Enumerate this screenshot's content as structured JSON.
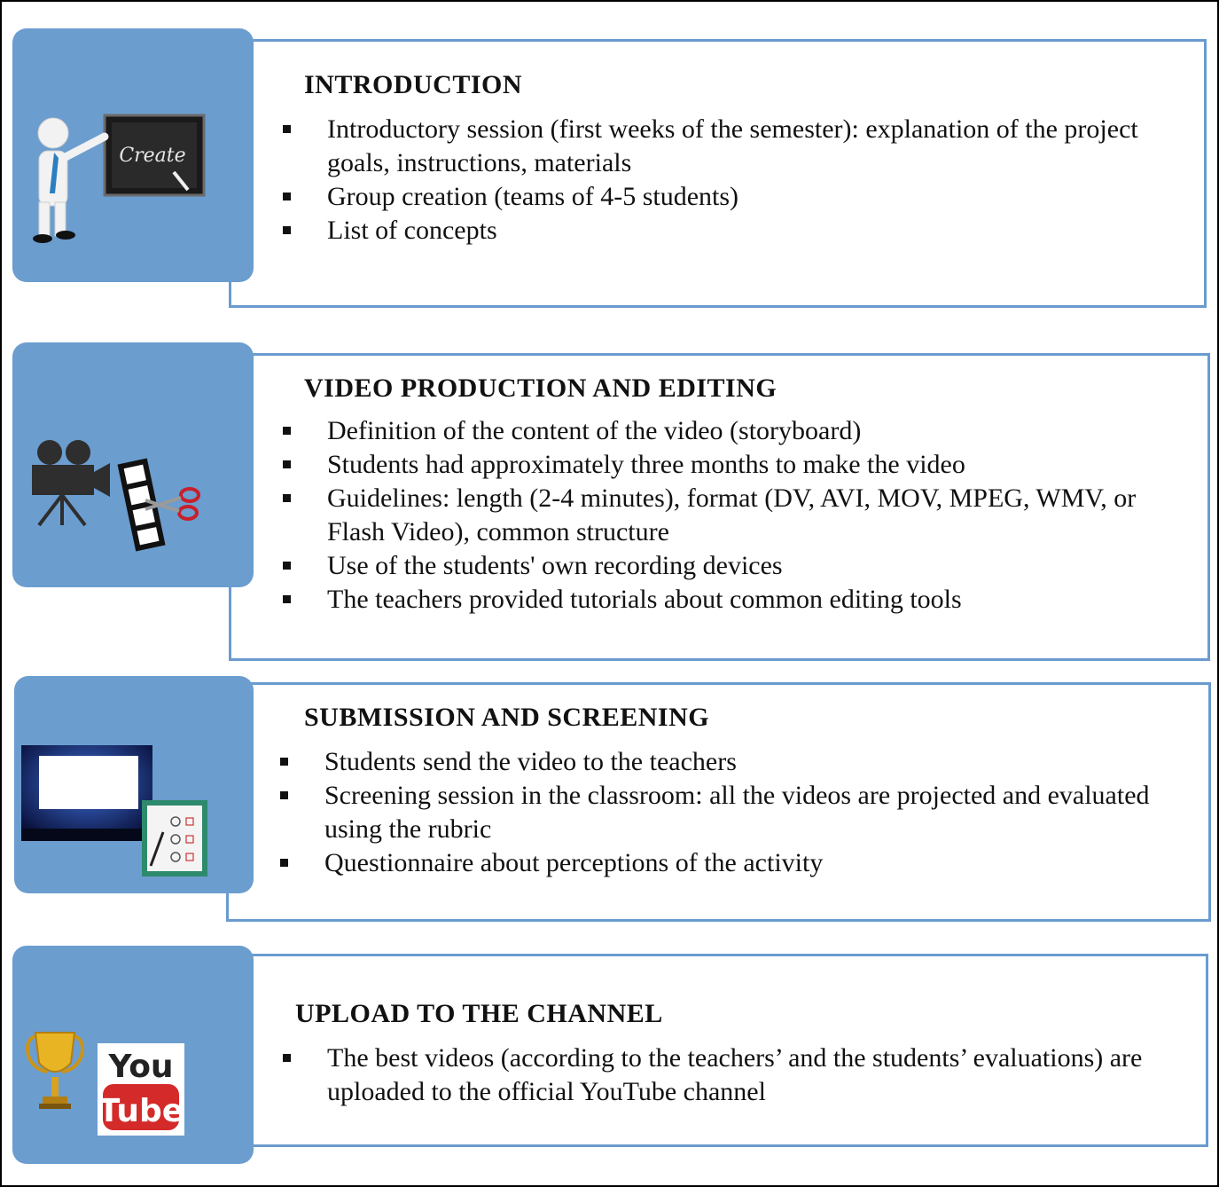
{
  "sections": [
    {
      "title": "INTRODUCTION",
      "icon": "teacher-chalkboard-icon",
      "chalkboard_text": "Create",
      "bullets": [
        "Introductory session (first weeks of the semester): explanation of the project goals, instructions, materials",
        "Group creation (teams of 4-5 students)",
        "List of concepts"
      ]
    },
    {
      "title": "VIDEO PRODUCTION AND EDITING",
      "icon": "video-camera-film-scissors-icon",
      "bullets": [
        "Definition of the content of the video (storyboard)",
        "Students had approximately three months to make the video",
        "Guidelines: length (2-4 minutes), format (DV, AVI, MOV, MPEG, WMV, or Flash Video), common structure",
        "Use of the students' own recording devices",
        "The teachers provided tutorials about common editing tools"
      ]
    },
    {
      "title": "SUBMISSION AND SCREENING",
      "icon": "cinema-screen-checklist-icon",
      "bullets": [
        "Students send the video to the teachers",
        "Screening session in the classroom: all the videos are projected and evaluated using the rubric",
        "Questionnaire about perceptions of the activity"
      ]
    },
    {
      "title": "UPLOAD TO THE CHANNEL",
      "icon": "trophy-youtube-icon",
      "youtube_logo": {
        "top": "You",
        "bottom": "Tube"
      },
      "bullets": [
        "The best videos (according to the teachers’ and the students’ evaluations) are uploaded to the official YouTube channel"
      ]
    }
  ],
  "colors": {
    "tile": "#6b9dcf",
    "panel_border": "#6a9bcf",
    "youtube_red": "#d42a2a"
  }
}
